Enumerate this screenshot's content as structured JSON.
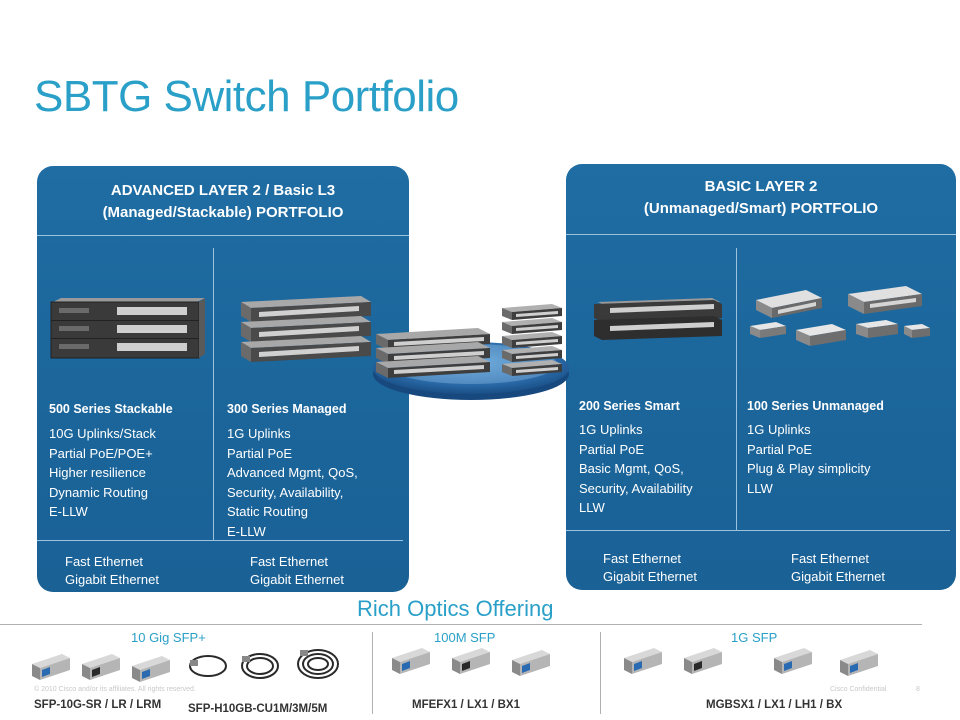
{
  "slide": {
    "title": "SBTG Switch Portfolio"
  },
  "advanced_panel": {
    "heading_line1": "ADVANCED LAYER 2 / Basic L3",
    "heading_line2": "(Managed/Stackable) PORTFOLIO",
    "columns": [
      {
        "title": "500 Series Stackable",
        "features": [
          "10G Uplinks/Stack",
          "Partial PoE/POE+",
          "Higher resilience",
          "Dynamic Routing",
          "E-LLW"
        ],
        "speeds": [
          "Fast Ethernet",
          "Gigabit Ethernet"
        ]
      },
      {
        "title": "300 Series Managed",
        "features": [
          "1G Uplinks",
          "Partial PoE",
          "Advanced Mgmt, QoS,",
          "Security, Availability,",
          "Static Routing",
          "E-LLW"
        ],
        "speeds": [
          "Fast Ethernet",
          "Gigabit Ethernet"
        ]
      }
    ]
  },
  "basic_panel": {
    "heading_line1": "BASIC LAYER 2",
    "heading_line2": "(Unmanaged/Smart) PORTFOLIO",
    "columns": [
      {
        "title": "200 Series Smart",
        "features": [
          "1G Uplinks",
          "Partial PoE",
          "Basic Mgmt, QoS,",
          "Security, Availability",
          "LLW"
        ],
        "speeds": [
          "Fast Ethernet",
          "Gigabit Ethernet"
        ]
      },
      {
        "title": "100 Series Unmanaged",
        "features": [
          "1G Uplinks",
          "Partial PoE",
          "Plug & Play simplicity",
          "LLW"
        ],
        "speeds": [
          "Fast Ethernet",
          "Gigabit Ethernet"
        ]
      }
    ]
  },
  "optics": {
    "title": "Rich Optics Offering",
    "categories": [
      "10 Gig SFP+",
      "100M SFP",
      "1G SFP"
    ],
    "models": [
      "SFP-10G-SR / LR / LRM",
      "SFP-H10GB-CU1M/3M/5M",
      "MFEFX1 / LX1 / BX1",
      "MGBSX1 / LX1 / LH1 / BX"
    ]
  },
  "footer": {
    "copyright": "© 2010 Cisco and/or its affiliates. All rights reserved.",
    "confidential": "Cisco Confidential",
    "page": "8"
  }
}
